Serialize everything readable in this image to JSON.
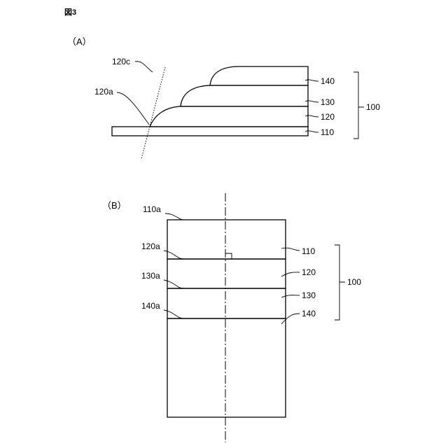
{
  "figure_label": "図3",
  "panel_a": {
    "label": "（A）",
    "labels": {
      "c120c": "120c",
      "c120a": "120a",
      "l140": "140",
      "l130": "130",
      "l120": "120",
      "l110": "110",
      "l100": "100"
    }
  },
  "panel_b": {
    "label": "（B）",
    "labels": {
      "a110a": "110a",
      "a120a": "120a",
      "a130a": "130a",
      "a140a": "140a",
      "l110": "110",
      "l120": "120",
      "l130": "130",
      "l140": "140",
      "l100": "100"
    }
  }
}
